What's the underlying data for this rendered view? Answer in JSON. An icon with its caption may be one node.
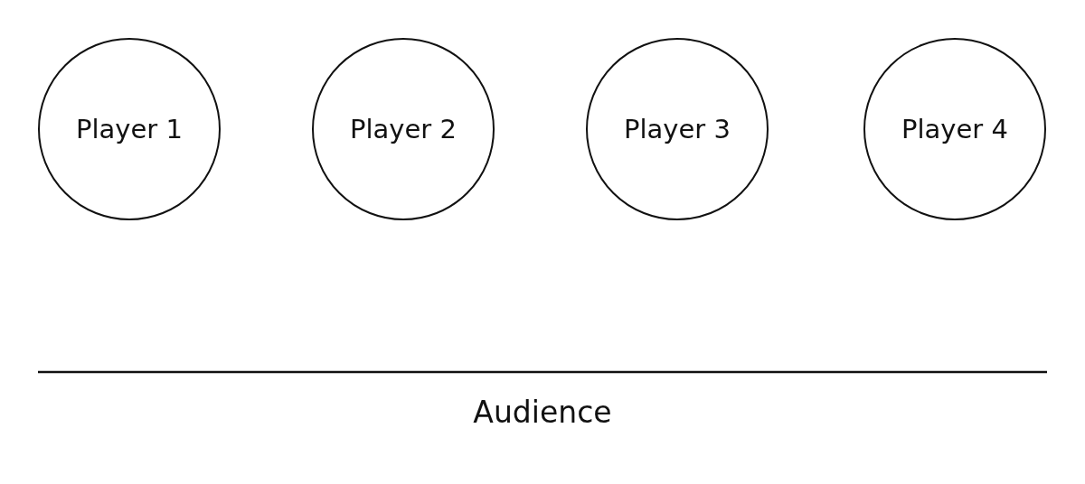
{
  "diagram": {
    "nodes": [
      {
        "text": [
          "Player 1"
        ]
      },
      {
        "text": [
          "Player 2"
        ]
      },
      {
        "text": [
          "Player 3"
        ]
      },
      {
        "text": [
          "Player 4"
        ]
      }
    ],
    "labels": [
      "Audience"
    ]
  }
}
